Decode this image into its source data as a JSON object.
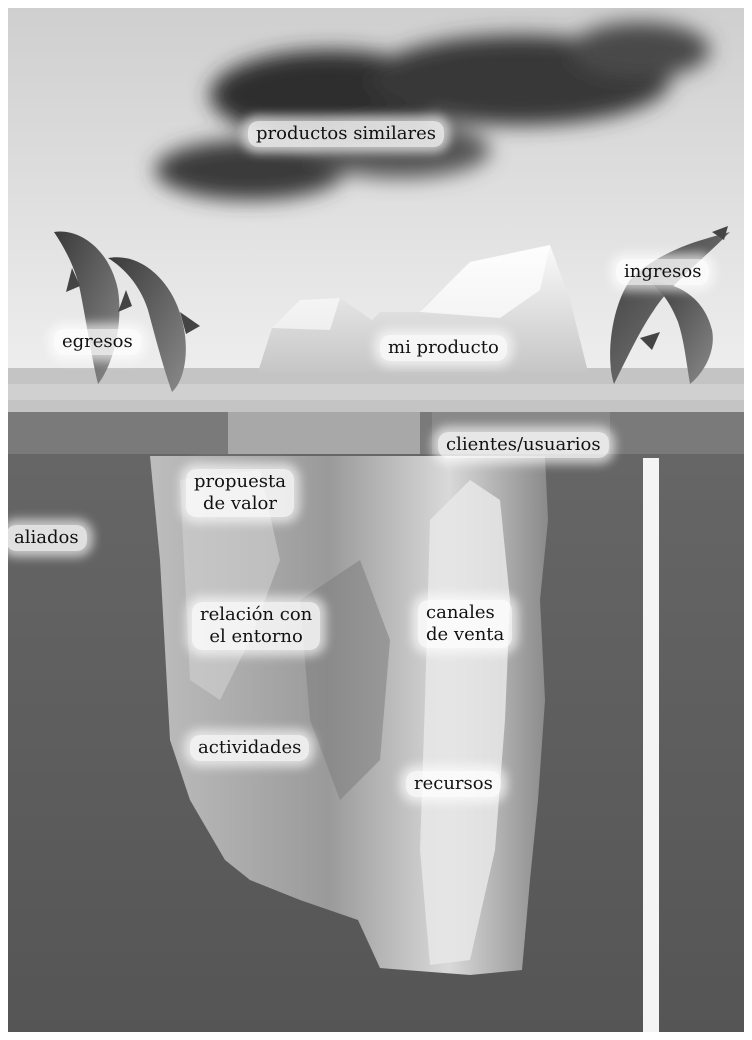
{
  "labels": {
    "productos_similares": "productos similares",
    "egresos": "egresos",
    "ingresos": "ingresos",
    "mi_producto": "mi producto",
    "clientes_usuarios": "clientes/usuarios",
    "propuesta_de_valor": "propuesta\nde valor",
    "aliados": "aliados",
    "relacion_con_el_entorno": "relación con\nel entorno",
    "canales_de_venta": "canales\nde venta",
    "actividades": "actividades",
    "recursos": "recursos"
  },
  "colors": {
    "sky_top": "#d7d7d7",
    "sky_bottom": "#eeeeee",
    "sea_surface": "#bdbdbd",
    "water": "#5e5e5e",
    "ice_light": "#f2f2f2",
    "ice_shadow": "#a9a9a9",
    "cloud": "#3c3c3c",
    "dolphin": "#4f4f4f",
    "frame": "#ffffff"
  }
}
